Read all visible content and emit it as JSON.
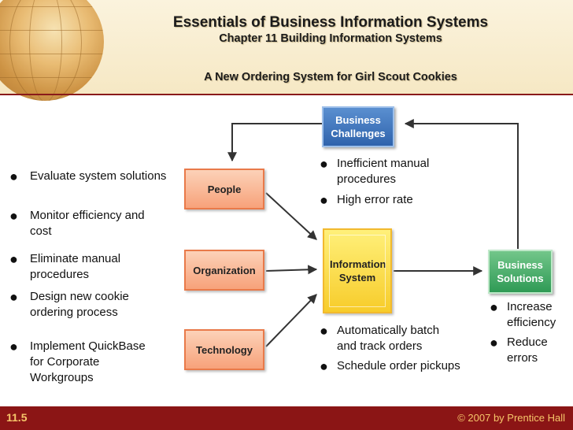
{
  "header": {
    "title": "Essentials of Business Information Systems",
    "chapter": "Chapter 11 Building Information Systems",
    "subtitle": "A New Ordering System for Girl Scout Cookies"
  },
  "nodes": {
    "business_challenges": "Business Challenges",
    "people": "People",
    "organization": "Organization",
    "technology": "Technology",
    "information_system": "Information System",
    "business_solutions": "Business Solutions"
  },
  "left_bullets": [
    "Evaluate system solutions",
    "Monitor efficiency and cost",
    "Eliminate manual procedures",
    "Design new cookie ordering process",
    "Implement QuickBase for Corporate Workgroups"
  ],
  "challenge_bullets": [
    "Inefficient manual procedures",
    "High error rate"
  ],
  "system_bullets": [
    "Automatically batch and track orders",
    "Schedule order pickups"
  ],
  "solution_bullets": [
    "Increase efficiency",
    "Reduce errors"
  ],
  "footer": {
    "slide_number": "11.5",
    "copyright": "© 2007 by Prentice Hall"
  }
}
